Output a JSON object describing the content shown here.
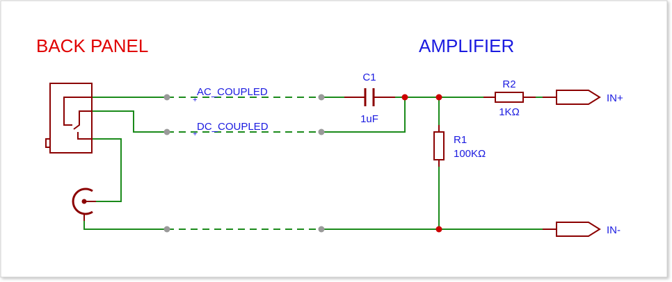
{
  "labels": {
    "back_panel": "BACK PANEL",
    "amplifier": "AMPLIFIER",
    "ac_coupled": "AC_COUPLED",
    "dc_coupled": "DC_COUPLED",
    "ac_plus": "+",
    "dc_plus": "+"
  },
  "components": {
    "c1": {
      "ref": "C1",
      "value": "1uF"
    },
    "r1": {
      "ref": "R1",
      "value": "100KΩ"
    },
    "r2": {
      "ref": "R2",
      "value": "1KΩ"
    }
  },
  "ports": {
    "in_plus": "IN+",
    "in_minus": "IN-"
  },
  "colors": {
    "wire": "#1a8a1a",
    "component": "#8b0000",
    "junction": "#cc0000",
    "tie_point": "#9a9a9a",
    "title_red": "#e00000",
    "title_blue": "#1a1ae0",
    "text_blue": "#1a1ae0"
  }
}
